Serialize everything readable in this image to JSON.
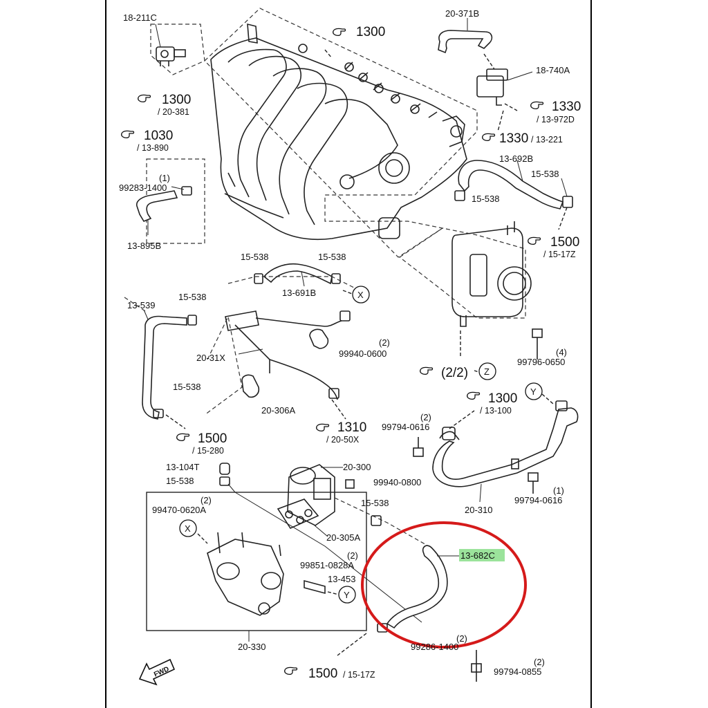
{
  "labels": {
    "l_18_211C": "18-211C",
    "r_1300_top": "1300",
    "l_20_371B": "20-371B",
    "l_18_740A": "18-740A",
    "r_1300_left": "1300",
    "s_20_381": "/ 20-381",
    "r_1330a": "1330",
    "s_13_972D": "/ 13-972D",
    "r_1330b": "1330",
    "s_13_221": "/ 13-221",
    "r_1030": "1030",
    "s_13_890": "/ 13-890",
    "l_13_692B": "13-692B",
    "l_15_538_a": "15-538",
    "l_1_a": "(1)",
    "l_99283": "99283-1400",
    "l_15_538_b": "15-538",
    "r_1500_a": "1500",
    "s_15_17Z_a": "/ 15-17Z",
    "l_13_895B": "13-895B",
    "l_15_538_c": "15-538",
    "l_15_538_d": "15-538",
    "l_13_691B": "13-691B",
    "l_13_539": "13-539",
    "l_15_538_e": "15-538",
    "l_2_a": "(2)",
    "l_99940_0600": "99940-0600",
    "l_20_31X": "20-31X",
    "l_4": "(4)",
    "l_99796": "99796-0650",
    "r_2_2": "(2/2)",
    "c_Z": "Z",
    "c_X_top": "X",
    "l_15_538_f": "15-538",
    "l_20_306A": "20-306A",
    "r_1300_b": "1300",
    "s_13_100": "/ 13-100",
    "c_Y_top": "Y",
    "r_1310": "1310",
    "s_20_50X": "/ 20-50X",
    "l_2_b": "(2)",
    "l_99794_0616_a": "99794-0616",
    "r_1500_b": "1500",
    "s_15_280": "/ 15-280",
    "l_13_104T": "13-104T",
    "l_20_300": "20-300",
    "l_15_538_g": "15-538",
    "l_99940_0800": "99940-0800",
    "l_1_b": "(1)",
    "l_99794_0616_b": "99794-0616",
    "l_2_c": "(2)",
    "l_99470": "99470-0620A",
    "l_15_538_h": "15-538",
    "l_20_310": "20-310",
    "c_X_bot": "X",
    "l_20_305A": "20-305A",
    "l_2_d": "(2)",
    "l_99851": "99851-0828A",
    "l_13_453": "13-453",
    "c_Y_bot": "Y",
    "l_13_682C": "13-682C",
    "l_20_330": "20-330",
    "l_2_e": "(2)",
    "l_99286": "99286-1400",
    "r_1500_c": "1500",
    "s_15_17Z_c": "/ 15-17Z",
    "l_2_f": "(2)",
    "l_99794_0855": "99794-0855",
    "fwd": "FWD"
  },
  "colors": {
    "highlight_circle": "#d51a1a",
    "label_highlight": "#9be39b"
  },
  "icons": [
    "reference-hand-icon",
    "fwd-arrow-icon"
  ]
}
